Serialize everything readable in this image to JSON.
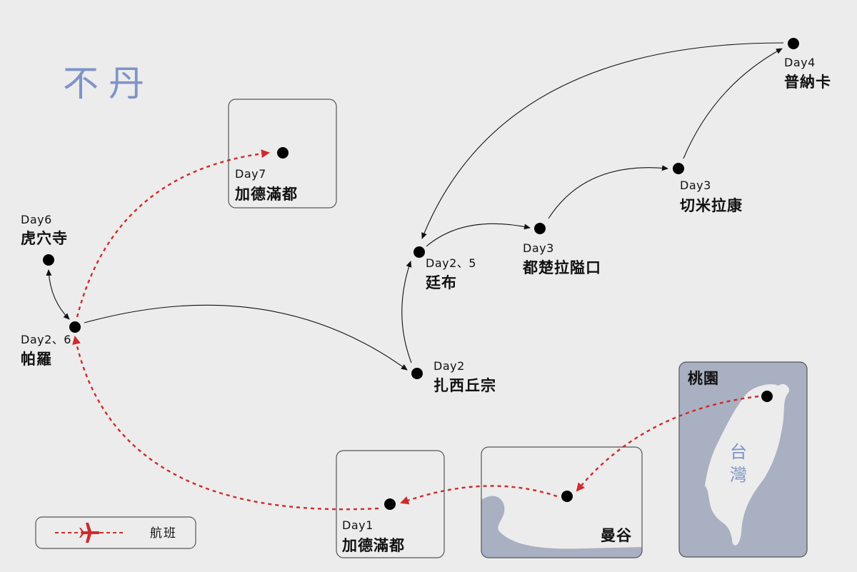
{
  "title": "不丹",
  "colors": {
    "flight": "#d02a2a",
    "title": "#7f93c8",
    "land_box": "#a9b0c1",
    "background": "#ececec"
  },
  "stops": {
    "kathmandu_day7": {
      "day": "Day7",
      "name": "加德滿都"
    },
    "tigers_nest": {
      "day": "Day6",
      "name": "虎穴寺"
    },
    "paro": {
      "day": "Day2、6",
      "name": "帕羅"
    },
    "tashichho_dzong": {
      "day": "Day2",
      "name": "扎西丘宗"
    },
    "thimphu": {
      "day": "Day2、5",
      "name": "廷布"
    },
    "dochula": {
      "day": "Day3",
      "name": "都楚拉隘口"
    },
    "chimi_lhakhang": {
      "day": "Day3",
      "name": "切米拉康"
    },
    "punakha": {
      "day": "Day4",
      "name": "普納卡"
    },
    "kathmandu_day1": {
      "day": "Day1",
      "name": "加德滿都"
    },
    "bangkok": {
      "name": "曼谷"
    },
    "taoyuan": {
      "name": "桃園",
      "country": "台灣"
    }
  },
  "legend": {
    "flight_label": "航班",
    "icon": "airplane-icon"
  }
}
